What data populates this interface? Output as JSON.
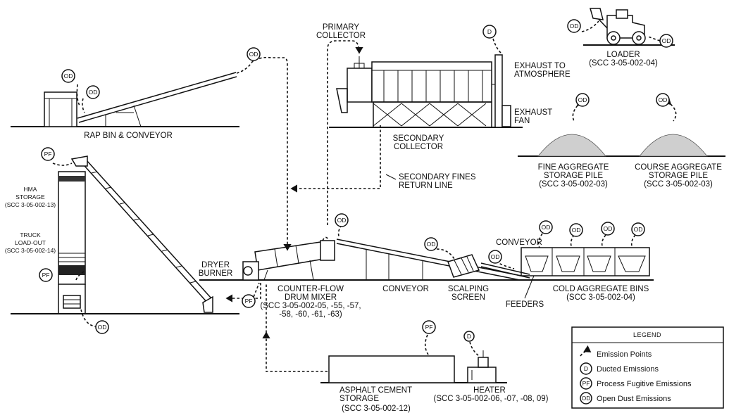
{
  "labels": {
    "primary_collector": [
      "PRIMARY",
      "COLLECTOR"
    ],
    "exhaust_to_atmosphere": [
      "EXHAUST TO",
      "ATMOSPHERE"
    ],
    "exhaust_fan": [
      "EXHAUST",
      "FAN"
    ],
    "secondary_collector": [
      "SECONDARY",
      "COLLECTOR"
    ],
    "secondary_fines": [
      "SECONDARY FINES",
      "RETURN LINE"
    ],
    "rap_bin": "RAP BIN & CONVEYOR",
    "loader": [
      "LOADER",
      "(SCC 3-05-002-04)"
    ],
    "fine_pile": [
      "FINE AGGREGATE",
      "STORAGE PILE",
      "(SCC 3-05-002-03)"
    ],
    "course_pile": [
      "COURSE AGGREGATE",
      "STORAGE PILE",
      "(SCC 3-05-002-03)"
    ],
    "hma_storage": [
      "HMA",
      "STORAGE",
      "(SCC 3-05-002-13)"
    ],
    "truck_loadout": [
      "TRUCK",
      "LOAD-OUT",
      "(SCC 3-05-002-14)"
    ],
    "dryer_burner": [
      "DRYER",
      "BURNER"
    ],
    "drum_mixer": [
      "COUNTER-FLOW",
      "DRUM MIXER",
      "(SCC 3-05-002-05, -55, -57,",
      "-58, -60, -61, -63)"
    ],
    "conveyor_mid": "CONVEYOR",
    "scalping_screen": [
      "SCALPING",
      "SCREEN"
    ],
    "conveyor_right": "CONVEYOR",
    "feeders": "FEEDERS",
    "cold_bins": [
      "COLD AGGREGATE BINS",
      "(SCC 3-05-002-04)"
    ],
    "asphalt_storage": [
      "ASPHALT CEMENT",
      "STORAGE",
      "(SCC 3-05-002-12)"
    ],
    "heater": [
      "HEATER",
      "(SCC 3-05-002-06, -07, -08, 09)"
    ]
  },
  "badges": {
    "d": "D",
    "od": "OD",
    "pf": "PF"
  },
  "legend": {
    "title": "LEGEND",
    "items": [
      {
        "symbol": "",
        "text": "Emission Points"
      },
      {
        "symbol": "D",
        "text": "Ducted Emissions"
      },
      {
        "symbol": "PF",
        "text": "Process Fugitive Emissions"
      },
      {
        "symbol": "OD",
        "text": "Open Dust Emissions"
      }
    ]
  }
}
